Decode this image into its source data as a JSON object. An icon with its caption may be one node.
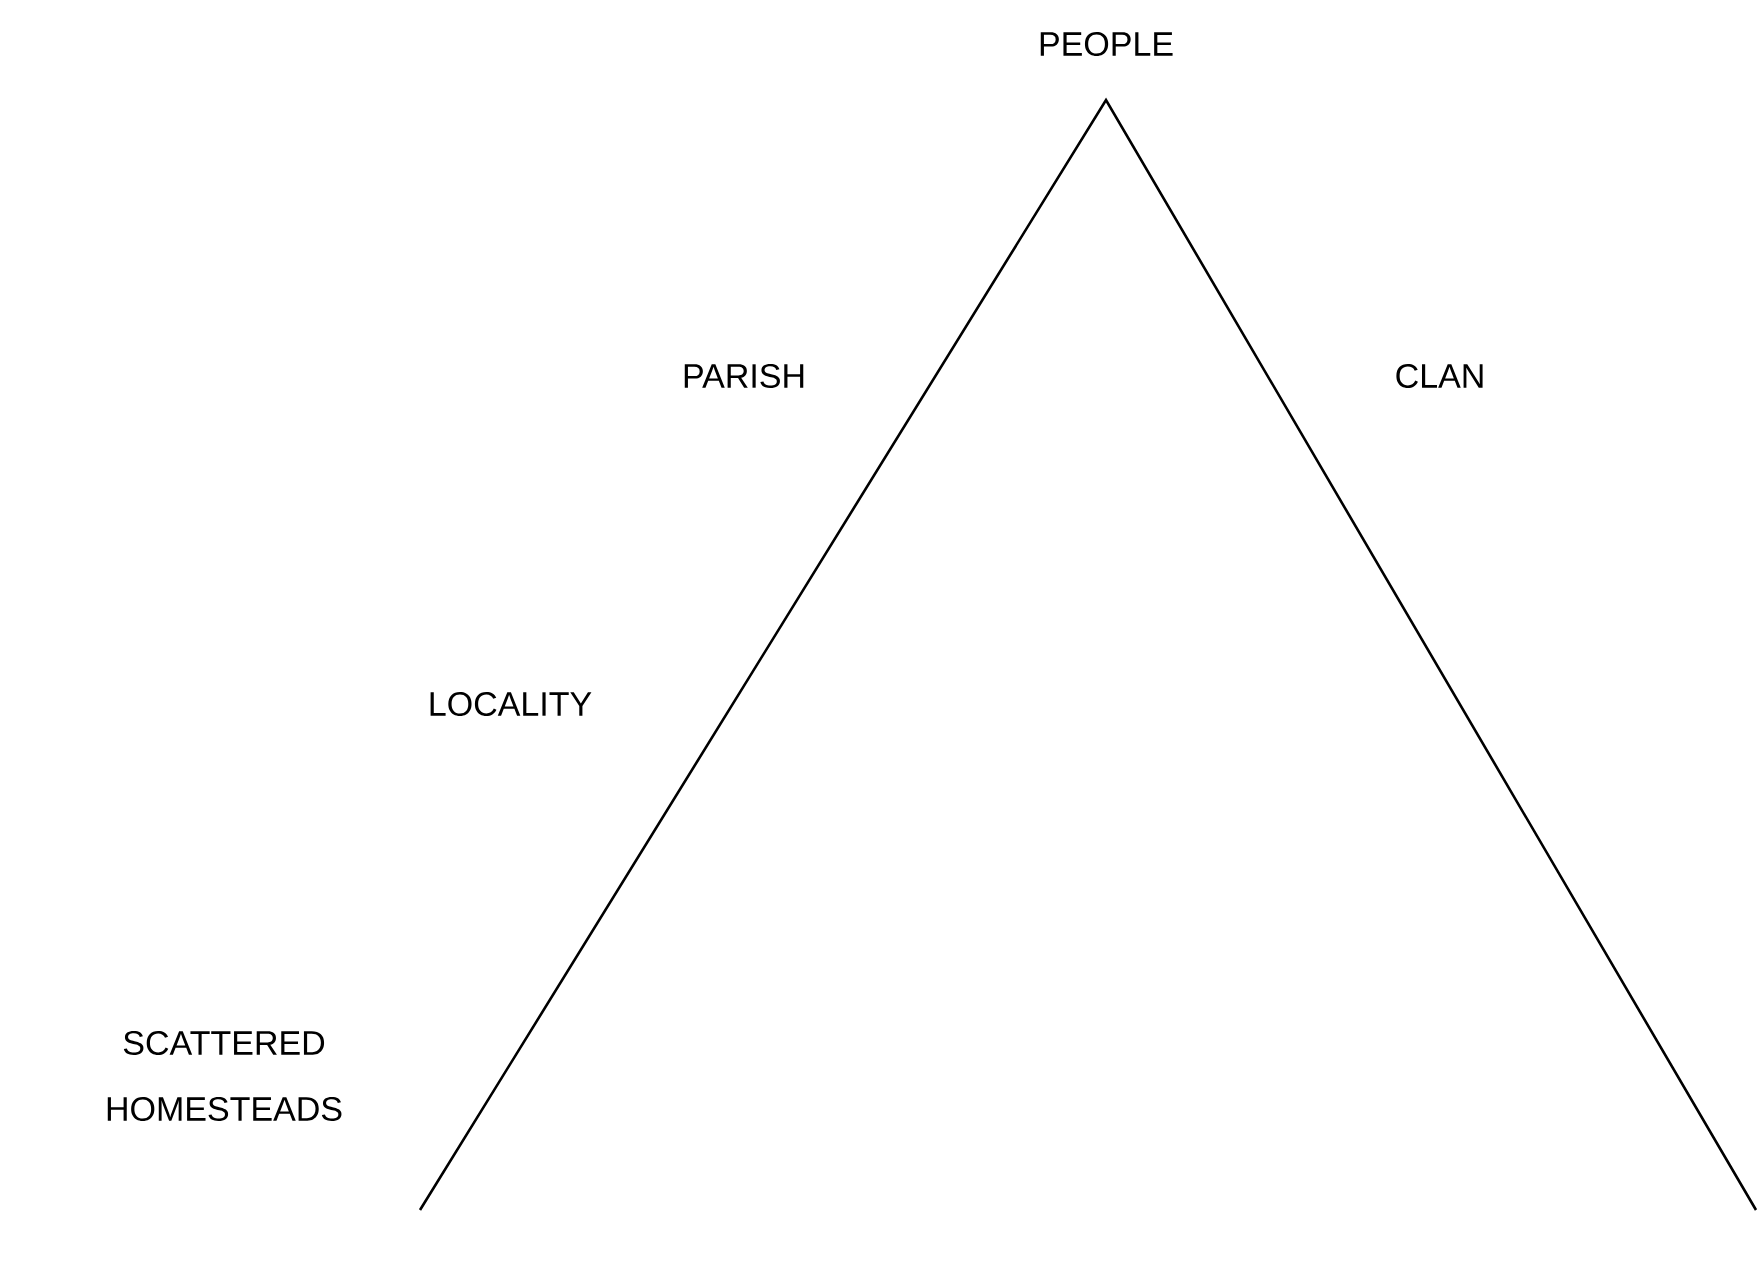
{
  "diagram": {
    "labels": [
      "PEOPLE",
      "PARISH",
      "CLAN",
      "LOCALITY",
      "SCATTERED HOMESTEADS"
    ]
  }
}
